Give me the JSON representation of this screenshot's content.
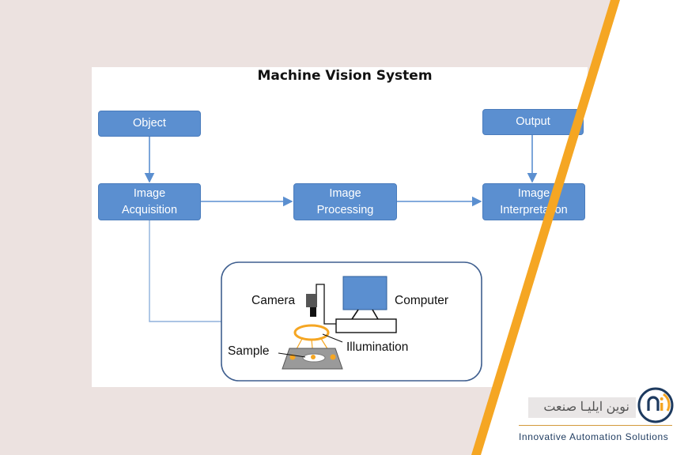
{
  "diagram": {
    "title": "Machine Vision System",
    "nodes": {
      "object": "Object",
      "output": "Output",
      "image_acquisition": "Image\nAcquisition",
      "image_processing": "Image\nProcessing",
      "image_interpretation": "Image\nInterpretation"
    },
    "setup_labels": {
      "camera": "Camera",
      "computer": "Computer",
      "sample": "Sample",
      "illumination": "Illumination"
    }
  },
  "brand": {
    "name_fa": "نوین ایلیـا صنعت",
    "tagline": "Innovative Automation Solutions",
    "logo_text": "ni"
  },
  "colors": {
    "box_fill": "#5b8fd0",
    "arrow": "#5b8fd0",
    "accent_stripe": "#f5a623",
    "background": "#ece2e0"
  }
}
